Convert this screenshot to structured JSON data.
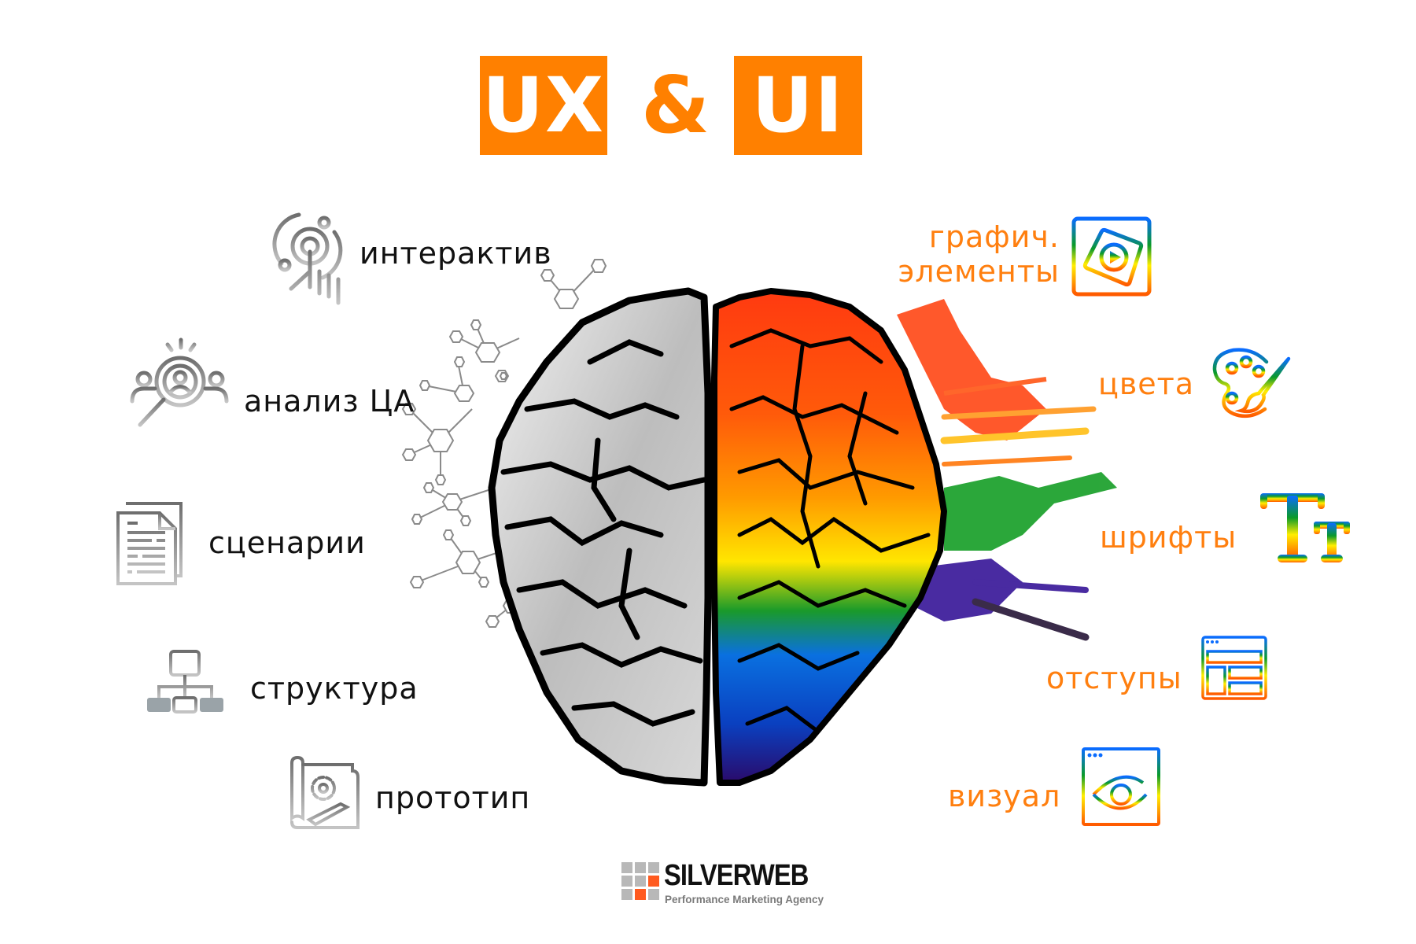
{
  "title": {
    "left": "UX",
    "connector": "&",
    "right": "UI",
    "accent_color": "#FF8000"
  },
  "ux_items": [
    {
      "label": "интерактив",
      "icon": "touch-interaction-icon"
    },
    {
      "label": "анализ ЦА",
      "icon": "audience-analysis-icon"
    },
    {
      "label": "сценарии",
      "icon": "documents-icon"
    },
    {
      "label": "структура",
      "icon": "sitemap-structure-icon"
    },
    {
      "label": "прототип",
      "icon": "blueprint-prototype-icon"
    }
  ],
  "ui_items": [
    {
      "label_line1": "графич.",
      "label_line2": "элементы",
      "icon": "graphic-elements-play-icon"
    },
    {
      "label": "цвета",
      "icon": "color-palette-icon"
    },
    {
      "label": "шрифты",
      "icon": "fonts-tt-icon"
    },
    {
      "label": "отступы",
      "icon": "layout-spacing-icon"
    },
    {
      "label": "визуал",
      "icon": "visual-eye-icon"
    }
  ],
  "illustration": {
    "left_hemisphere": "low-poly grayscale brain with molecule network",
    "right_hemisphere": "rainbow watercolor brain with paint splatter"
  },
  "colors": {
    "ux_text": "#111111",
    "ui_text": "#FF7F0F",
    "icon_gray": "#8a8a8a",
    "gradient": [
      "#0a6cff",
      "#0a9a2a",
      "#ffee00",
      "#ff5a00"
    ]
  },
  "footer": {
    "brand": "SILVERWEB",
    "tagline": "Performance Marketing Agency",
    "logo_gray": "#b8b8b8",
    "logo_orange": "#FF5A1F"
  }
}
